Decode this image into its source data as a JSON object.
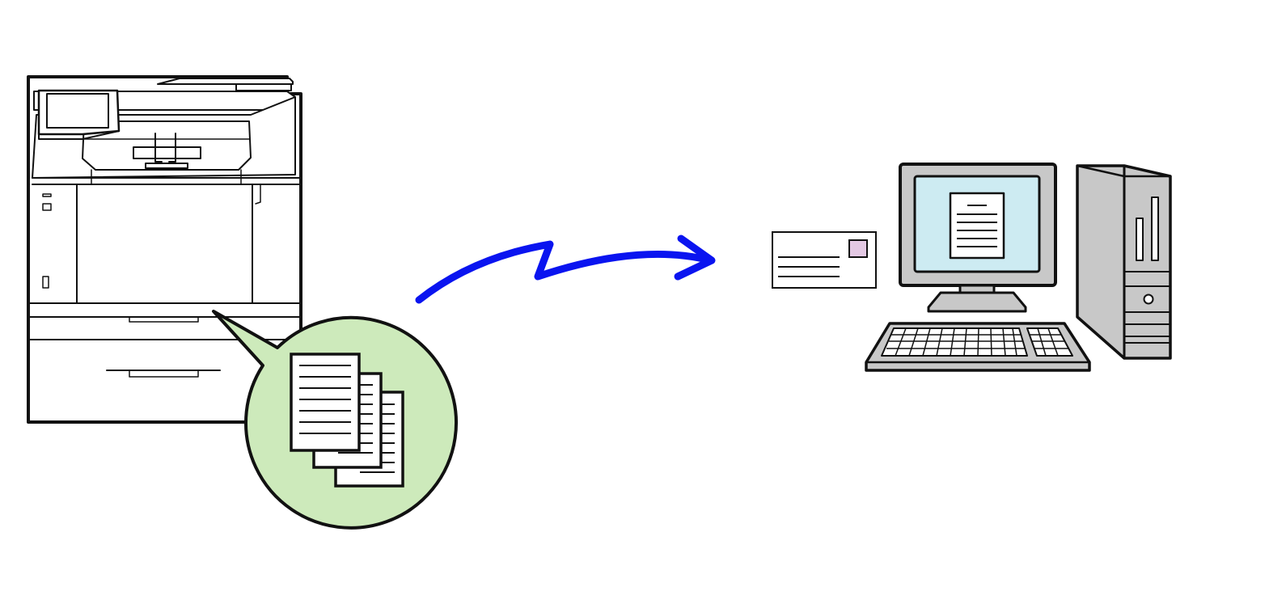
{
  "diagram": {
    "nodes": [
      {
        "id": "mfp",
        "icon": "multifunction-printer-icon"
      },
      {
        "id": "scanned-docs",
        "icon": "document-stack-icon"
      },
      {
        "id": "email",
        "icon": "envelope-icon"
      },
      {
        "id": "computer",
        "icon": "desktop-computer-icon"
      }
    ],
    "edges": [
      {
        "from": "mfp",
        "to": "computer",
        "style": "lightning-arrow",
        "icon": "transmission-arrow-icon"
      }
    ]
  },
  "colors": {
    "outline": "#111111",
    "arrow": "#0a14f0",
    "bubble_fill": "#cdeabb",
    "screen": "#cdebf2",
    "computer_body": "#c8c8c8",
    "stamp": "#e3c8e3",
    "paper": "#ffffff"
  }
}
